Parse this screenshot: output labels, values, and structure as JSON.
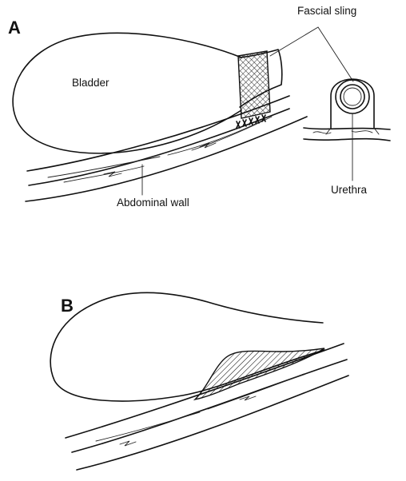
{
  "panels": {
    "a": {
      "letter": "A",
      "labels": {
        "bladder": "Bladder",
        "fascial_sling": "Fascial sling",
        "abdominal_wall": "Abdominal wall",
        "urethra": "Urethra"
      }
    },
    "b": {
      "letter": "B"
    }
  },
  "colors": {
    "ink": "#111111",
    "background": "#ffffff"
  }
}
